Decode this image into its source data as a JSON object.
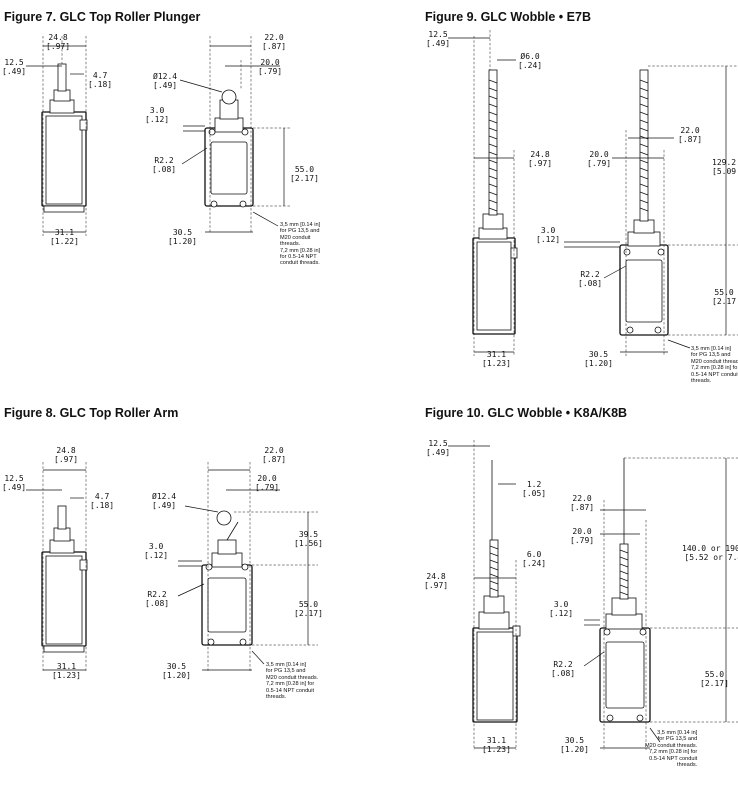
{
  "figures": {
    "fig7": {
      "title": "Figure 7. GLC Top Roller Plunger",
      "dims": {
        "w_top": "24.8\n[.97]",
        "off_left": "12.5\n[.49]",
        "plunger": "4.7\n[.18]",
        "width_bottom": "31.1\n[1.22]",
        "w_22": "22.0\n[.87]",
        "w_20": "20.0\n[.79]",
        "dia": "Ø12.4\n[.49]",
        "h3": "3.0\n[.12]",
        "radius": "R2.2\n[.08]",
        "h55": "55.0\n[2.17]",
        "w30": "30.5\n[1.20]"
      },
      "note": "3,5 mm [0.14 in]\nfor PG 13,5 and\nM20 conduit\nthreads.\n7,2 mm [0.28 in]\nfor 0.5-14 NPT\nconduit threads."
    },
    "fig8": {
      "title": "Figure 8. GLC Top Roller Arm",
      "dims": {
        "w_top": "24.8\n[.97]",
        "off_left": "12.5\n[.49]",
        "plunger": "4.7\n[.18]",
        "width_bottom": "31.1\n[1.23]",
        "w_22": "22.0\n[.87]",
        "w_20": "20.0\n[.79]",
        "dia": "Ø12.4\n[.49]",
        "h3": "3.0\n[.12]",
        "h395": "39.5\n[1.56]",
        "radius": "R2.2\n[.08]",
        "h55": "55.0\n[2.17]",
        "w30": "30.5\n[1.20]"
      },
      "note": "3,5 mm [0.14 in]\nfor PG 13,5 and\nM20 conduit threads.\n7,2 mm [0.28 in] for\n0.5-14 NPT conduit\nthreads."
    },
    "fig9": {
      "title": "Figure 9. GLC Wobble •  E7B",
      "dims": {
        "off_left": "12.5\n[.49]",
        "dia6": "Ø6.0\n[.24]",
        "w_top": "24.8\n[.97]",
        "w_22": "22.0\n[.87]",
        "w_20": "20.0\n[.79]",
        "h129": "129.2\n[5.09",
        "h3": "3.0\n[.12]",
        "radius": "R2.2\n[.08]",
        "h55": "55.0\n[2.17",
        "width_bottom": "31.1\n[1.23]",
        "w30": "30.5\n[1.20]"
      },
      "note": "3,5 mm [0.14 in]\nfor PG 13,5 and\nM20 conduit threads\n7,2 mm [0.28 in] fo\n0.5-14 NPT conduit\nthreads."
    },
    "fig10": {
      "title": "Figure 10. GLC Wobble •  K8A/K8B",
      "dims": {
        "off_left": "12.5\n[.49]",
        "w12": "1.2\n[.05]",
        "w_22": "22.0\n[.87]",
        "w_20": "20.0\n[.79]",
        "h140": "140.0 or 190.\n[5.52 or 7.4",
        "w6": "6.0\n[.24]",
        "w_top": "24.8\n[.97]",
        "h3": "3.0\n[.12]",
        "radius": "R2.2\n[.08]",
        "h55": "55.0\n[2.17]",
        "width_bottom": "31.1\n[1.23]",
        "w30": "30.5\n[1.20]"
      },
      "note": "3,5 mm [0.14 in]\nfor PG 13,5 and\nM20 conduit threads.\n7,2 mm [0.28 in] for\n0.5-14 NPT conduit\nthreads."
    }
  }
}
